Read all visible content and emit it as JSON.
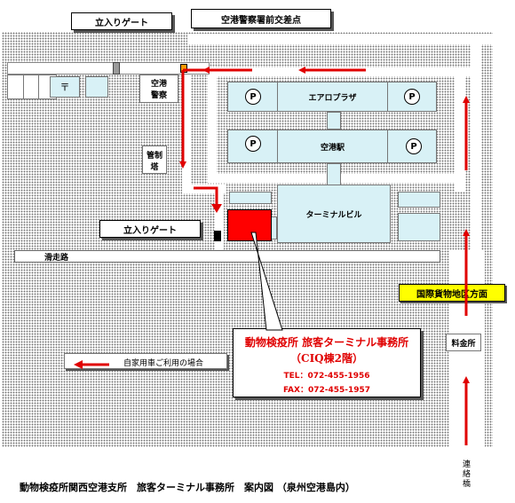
{
  "labels": {
    "gate_top": "立入りゲート",
    "gate_left": "立入りゲート",
    "police_intersection": "空港警察署前交差点",
    "police_line1": "空港",
    "police_line2": "警察",
    "control_line1": "管制",
    "control_line2": "塔",
    "aero_plaza": "エアロプラザ",
    "airport_station": "空港駅",
    "terminal_building": "ターミナルビル",
    "taxiway": "滑走路",
    "cargo_direction": "国際貨物地区方面",
    "tollgate": "料金所",
    "bridge": "連絡橋",
    "parking": "P",
    "post_office": "〒",
    "legend_text": "自家用車ご利用の場合"
  },
  "office": {
    "name": "動物検疫所 旅客ターミナル事務所",
    "floor": "（CIQ棟2階）",
    "tel": "TEL：072-455-1956",
    "fax": "FAX：072-455-1957"
  },
  "caption": "動物検疫所関西空港支所　旅客ターミナル事務所　案内図 （泉州空港島内）",
  "colors": {
    "route": "#e00000",
    "building": "#d8f1f6",
    "cargo_bg": "#ffff00",
    "office_bg": "#ff0000"
  }
}
